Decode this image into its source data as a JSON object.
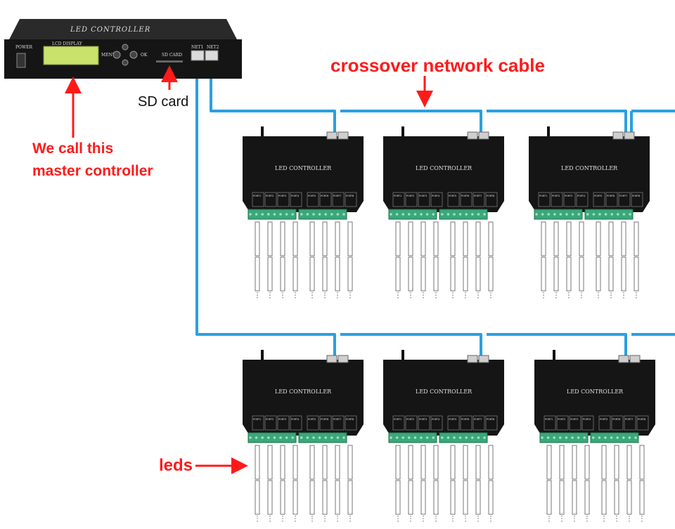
{
  "master": {
    "title": "LED CONTROLLER",
    "power_label": "POWER",
    "lcd_label": "LCD DISPLAY",
    "menu_label": "MENU",
    "ok_label": "OK",
    "sd_slot_label": "SD CARD",
    "net1_label": "NET1",
    "net2_label": "NET2"
  },
  "sub": {
    "title": "LED CONTROLLER",
    "ports": [
      "PORT1",
      "PORT2",
      "PORT3",
      "PORT4",
      "PORT5",
      "PORT6",
      "PORT7",
      "PORT8"
    ]
  },
  "annotations": {
    "sd_card": "SD card",
    "cable": "crossover network cable",
    "master_line1": "We call this",
    "master_line2": "master controller",
    "leds": "leds"
  },
  "colors": {
    "annotation": "#ff1a1a",
    "cable": "#2aa0e0",
    "device_body": "#151515",
    "terminal": "#3aa87a",
    "lcd": "#c8e26a"
  }
}
